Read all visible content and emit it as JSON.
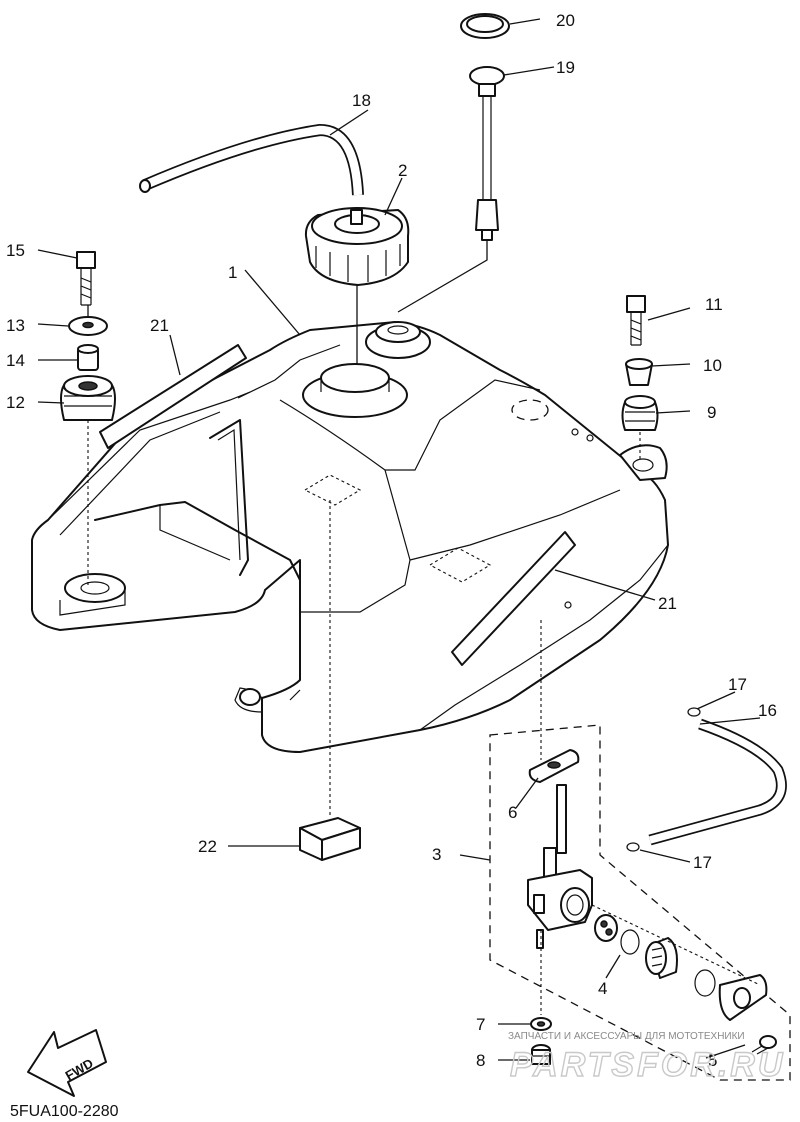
{
  "diagram_code": "5FUA100-2280",
  "fwd_label": "FWD",
  "watermark": {
    "tagline": "ЗАПЧАСТИ И АКСЕССУАРЫ ДЛЯ МОТОТЕХНИКИ",
    "brand": "PARTSFOR.RU"
  },
  "callouts": {
    "c1": "1",
    "c2": "2",
    "c3": "3",
    "c4": "4",
    "c5": "5",
    "c6": "6",
    "c7": "7",
    "c8": "8",
    "c9": "9",
    "c10": "10",
    "c11": "11",
    "c12": "12",
    "c13": "13",
    "c14": "14",
    "c15": "15",
    "c16": "16",
    "c17a": "17",
    "c17b": "17",
    "c18": "18",
    "c19": "19",
    "c20": "20",
    "c21a": "21",
    "c21b": "21",
    "c22": "22"
  }
}
